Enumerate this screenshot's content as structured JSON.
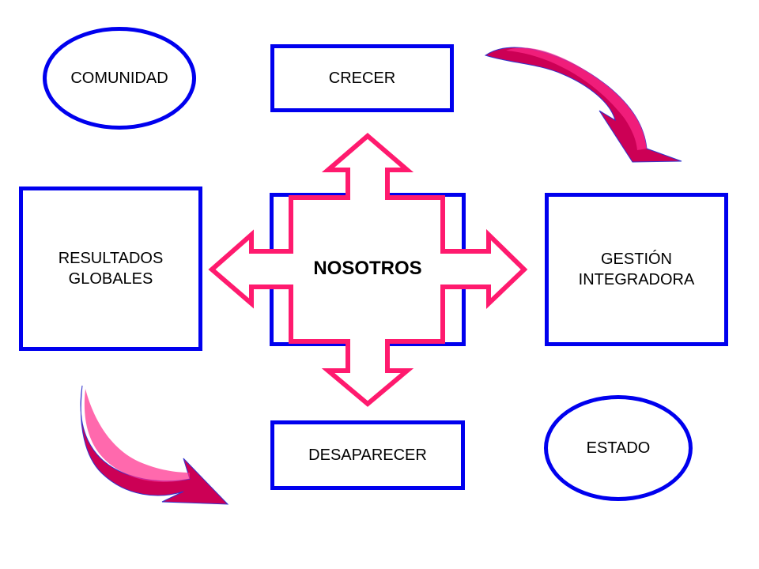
{
  "nodes": {
    "comunidad": "COMUNIDAD",
    "crecer": "CRECER",
    "resultados_globales": "RESULTADOS\nGLOBALES",
    "nosotros": "NOSOTROS",
    "gestion_integradora": "GESTIÓN\nINTEGRADORA",
    "desaparecer": "DESAPARECER",
    "estado": "ESTADO"
  },
  "colors": {
    "box_border": "#0000ee",
    "cross_arrow": "#ff1a6e",
    "curved_arrow_fill": "#cc0055",
    "curved_arrow_highlight": "#ff2a8a",
    "curved_arrow_outline": "#3333cc"
  }
}
